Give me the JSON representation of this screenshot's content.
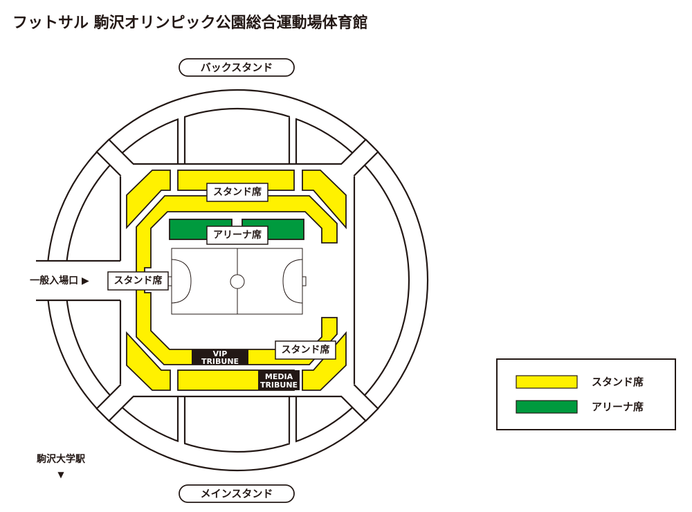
{
  "title": "フットサル 駒沢オリンピック公園総合運動場体育館",
  "stands": {
    "back": "バックスタンド",
    "main": "メインスタンド"
  },
  "labels": {
    "stand_top": "スタンド席",
    "arena": "アリーナ席",
    "stand_left": "スタンド席",
    "stand_right": "スタンド席",
    "vip_1": "VIP",
    "vip_2": "TRIBUNE",
    "media_1": "MEDIA",
    "media_2": "TRIBUNE"
  },
  "entrance": "一般入場口 ▶",
  "station": {
    "name": "駒沢大学駅",
    "arrow": "▼"
  },
  "legend": [
    {
      "label": "スタンド席",
      "color": "#fff100"
    },
    {
      "label": "アリーナ席",
      "color": "#009a3e"
    }
  ]
}
